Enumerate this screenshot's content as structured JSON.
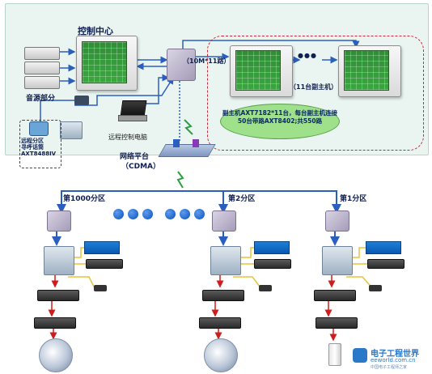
{
  "control_center": {
    "title": "控制中心",
    "audio_source_label": "音源部分",
    "laptop_label": "远程控制电脑",
    "remote_terminal_label": "远程分区\n寻呼话筒\nAXT8488IV",
    "link_label": "（10M*11路）",
    "sub_hosts_label": "（11台副主机）",
    "ellipsis": "●●●",
    "note_text": "副主机AXT7182*11台，每台副主机连接50台带路AXT8402;共550路",
    "network_platform_label": "网络平台",
    "cdma_label": "（CDMA）"
  },
  "zones": [
    {
      "label": "第1000分区"
    },
    {
      "label": "第2分区"
    },
    {
      "label": "第1分区"
    }
  ],
  "watermark": {
    "brand": "电子工程世界",
    "url": "eeworld.com.cn",
    "tagline": "中国电子工程师之家"
  },
  "colors": {
    "panel": "#eaf5f2",
    "blue_line": "#2b5fbf",
    "red_arrow": "#d01c1c",
    "yellow_line": "#e8c23a",
    "dashed_red": "#c8283a"
  }
}
